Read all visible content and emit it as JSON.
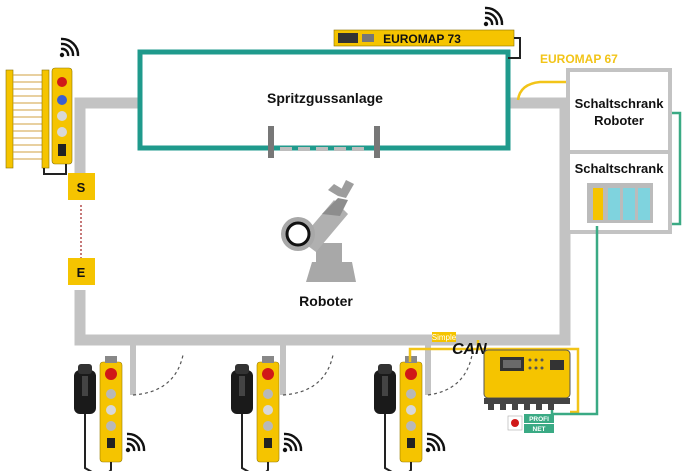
{
  "labels": {
    "euromap73": "EUROMAP 73",
    "euromap67": "EUROMAP 67",
    "machine": "Spritzgussanlage",
    "cabinet_robot_line1": "Schaltschrank",
    "cabinet_robot_line2": "Roboter",
    "cabinet": "Schaltschrank",
    "robot": "Roboter",
    "module_s": "S",
    "module_e": "E",
    "simple": "Simple",
    "can": "CAN",
    "profinet_line1": "PROFI",
    "profinet_line2": "NET"
  },
  "colors": {
    "frame_gray": "#c3c3c3",
    "machine_teal": "#1f9a8c",
    "cable_yellow": "#f2c418",
    "cable_green": "#3aaa84",
    "device_yellow": "#f5c400",
    "cabinet_fill": "#ffffff",
    "module_cyan": "#7fd3de"
  },
  "icons": {
    "wireless": "wifi-signal-icon",
    "robot_arm": "robot-arm-icon",
    "light_curtain": "light-curtain-icon",
    "handheld": "enabling-switch-pendant-icon",
    "controller": "safety-controller-icon"
  }
}
